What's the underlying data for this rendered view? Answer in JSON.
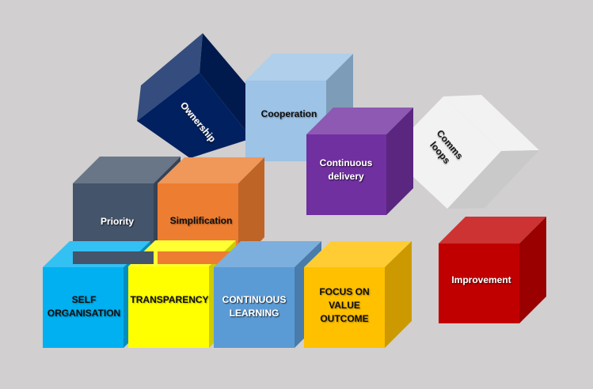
{
  "background": "#d1cfcf",
  "cubes": {
    "ownership": {
      "label": "Ownership",
      "colors": {
        "front": "#002060",
        "top": "#344d7e",
        "side": "#001a4d"
      }
    },
    "cooperation": {
      "label": "Cooperation",
      "colors": {
        "front": "#9dc3e6",
        "top": "#afcfea",
        "side": "#7d9cb8"
      }
    },
    "continuous_delivery": {
      "lines": [
        "Continuous",
        "delivery"
      ],
      "colors": {
        "front": "#7030a0",
        "top": "#8d59b3",
        "side": "#5a2680"
      }
    },
    "comms_loops": {
      "lines": [
        "Comms",
        "loops"
      ],
      "colors": {
        "front": "#f2f2f2",
        "top": "#f2f2f2",
        "side": "#c9c9c9"
      }
    },
    "priority": {
      "label": "Priority",
      "colors": {
        "front": "#44546a",
        "top": "#697688",
        "side": "#364355"
      }
    },
    "simplification": {
      "label": "Simplification",
      "colors": {
        "front": "#ed7d31",
        "top": "#f0975a",
        "side": "#be6427"
      }
    },
    "self_organisation": {
      "lines": [
        "SELF",
        "ORGANISATION"
      ],
      "colors": {
        "front": "#00b0f0",
        "top": "#33c0f3",
        "side": "#008dc0"
      }
    },
    "transparency": {
      "label": "TRANSPARENCY",
      "colors": {
        "front": "#ffff00",
        "top": "#ffff33",
        "side": "#cccc00"
      }
    },
    "continuous_learning": {
      "lines": [
        "CONTINUOUS",
        "LEARNING"
      ],
      "colors": {
        "front": "#5b9bd5",
        "top": "#7cafdd",
        "side": "#497caa"
      }
    },
    "focus_value": {
      "lines": [
        "FOCUS ON",
        "VALUE",
        "OUTCOME"
      ],
      "colors": {
        "front": "#ffc000",
        "top": "#ffcd33",
        "side": "#cc9a00"
      }
    },
    "improvement": {
      "label": "Improvement",
      "colors": {
        "front": "#c00000",
        "top": "#cd3333",
        "side": "#9a0000"
      }
    }
  }
}
